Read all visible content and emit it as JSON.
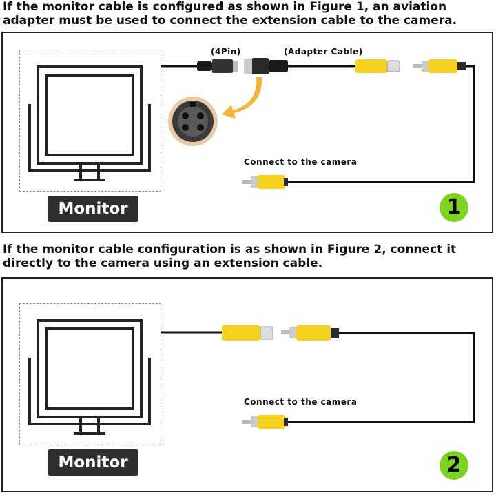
{
  "figure1": {
    "caption": "If the monitor cable is configured as shown in Figure 1, an aviation adapter must be used to connect the extension cable to the camera.",
    "pin_label": "(4Pin)",
    "adapter_label": "(Adapter Cable)",
    "camera_label": "Connect to the camera",
    "monitor_label": "Monitor",
    "badge": "1"
  },
  "figure2": {
    "caption": "If the monitor cable configuration is as shown in Figure 2, connect it directly to the camera using an extension cable.",
    "camera_label": "Connect to the camera",
    "monitor_label": "Monitor",
    "badge": "2"
  },
  "colors": {
    "connector_yellow": "#f5d21f",
    "badge_green": "#7ed321",
    "wire": "#111111"
  },
  "icons": [
    "monitor-icon",
    "aviation-connector-icon",
    "rca-connector-icon",
    "arrow-icon"
  ]
}
